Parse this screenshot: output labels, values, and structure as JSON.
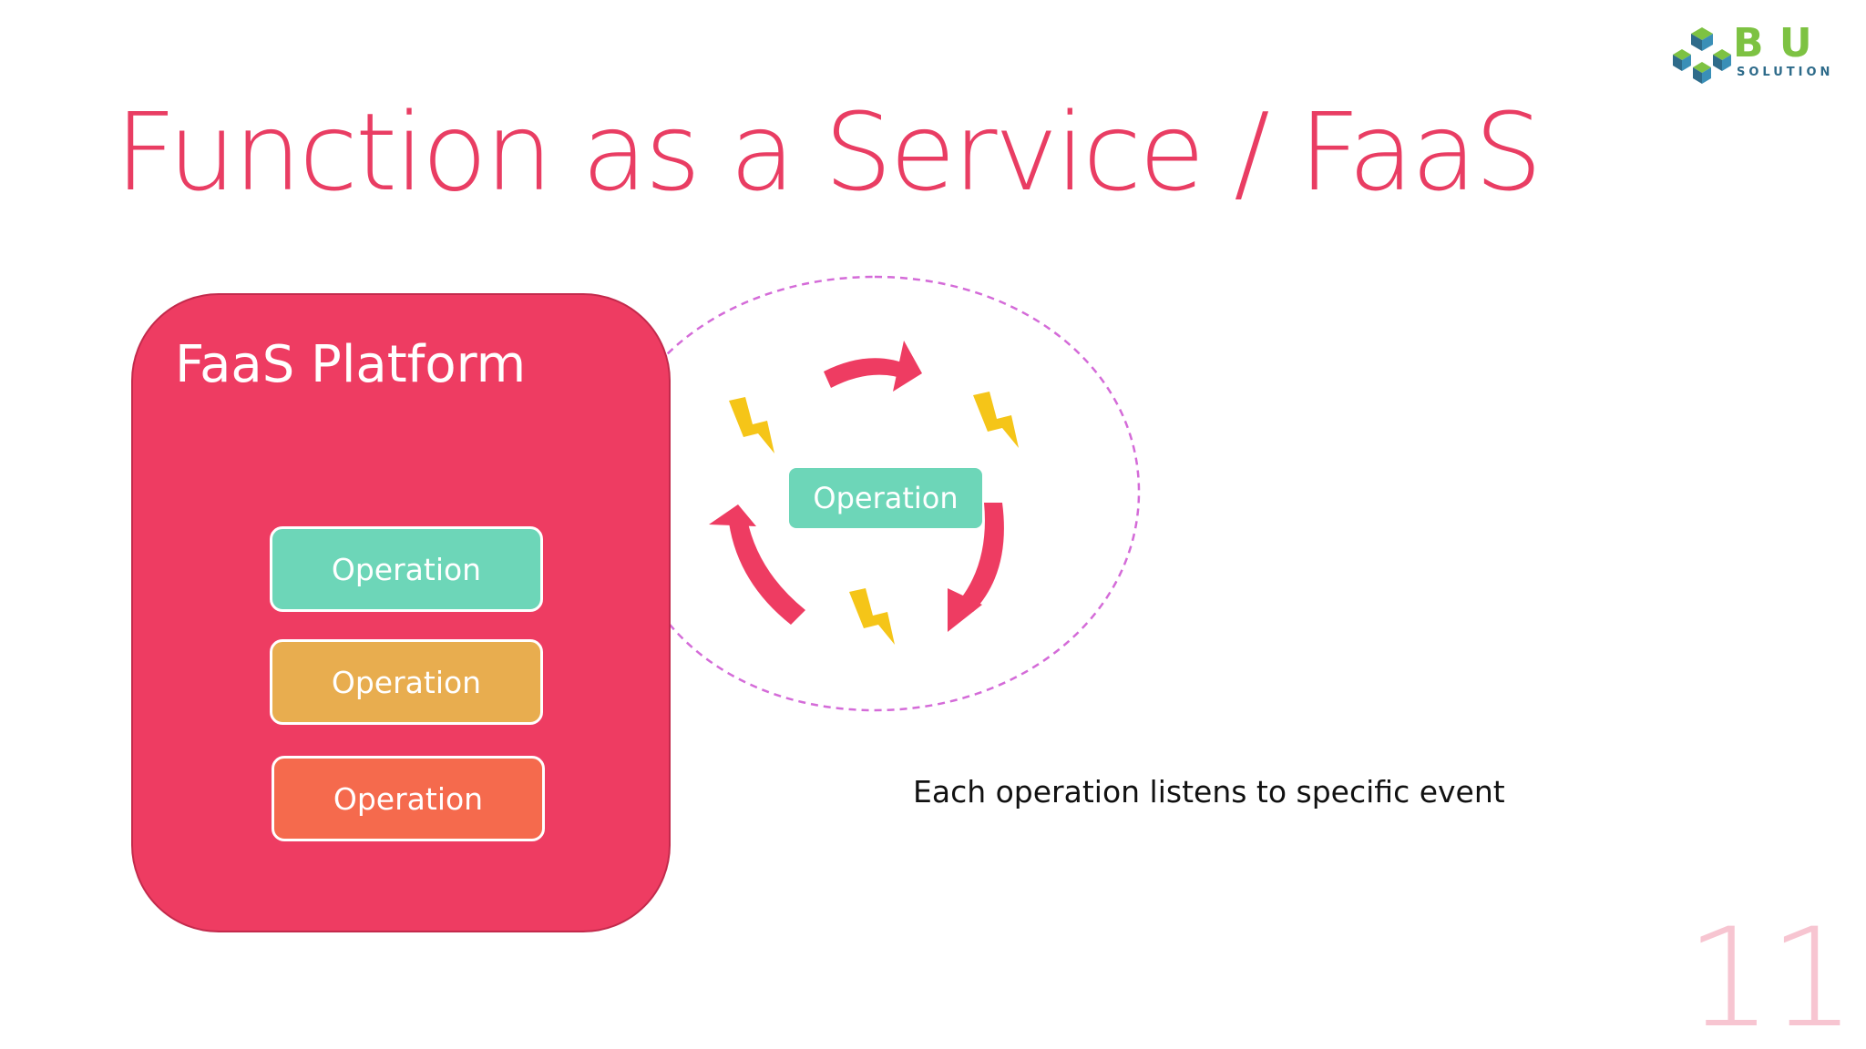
{
  "slide": {
    "title": "Function as a Service / FaaS",
    "page_number": "11",
    "caption": "Each operation listens to specific event"
  },
  "logo": {
    "name": "B U",
    "subtitle": "SOLUTION",
    "icon": "hexagon-cube-logo-icon",
    "accent_color": "#7dc242",
    "secondary_color": "#2e6b8a"
  },
  "platform": {
    "title": "FaaS Platform",
    "color": "#ee3c62",
    "operations": [
      {
        "label": "Operation",
        "color": "#6dd6b8"
      },
      {
        "label": "Operation",
        "color": "#e8ad4f"
      },
      {
        "label": "Operation",
        "color": "#f56a4d"
      }
    ]
  },
  "detail": {
    "operation_label": "Operation",
    "cycle_icon": "circular-arrows-icon",
    "event_icon": "lightning-bolt-icon",
    "arrow_color": "#ee3c62",
    "bolt_color": "#f5c518",
    "outline_color": "#d46bd8"
  }
}
